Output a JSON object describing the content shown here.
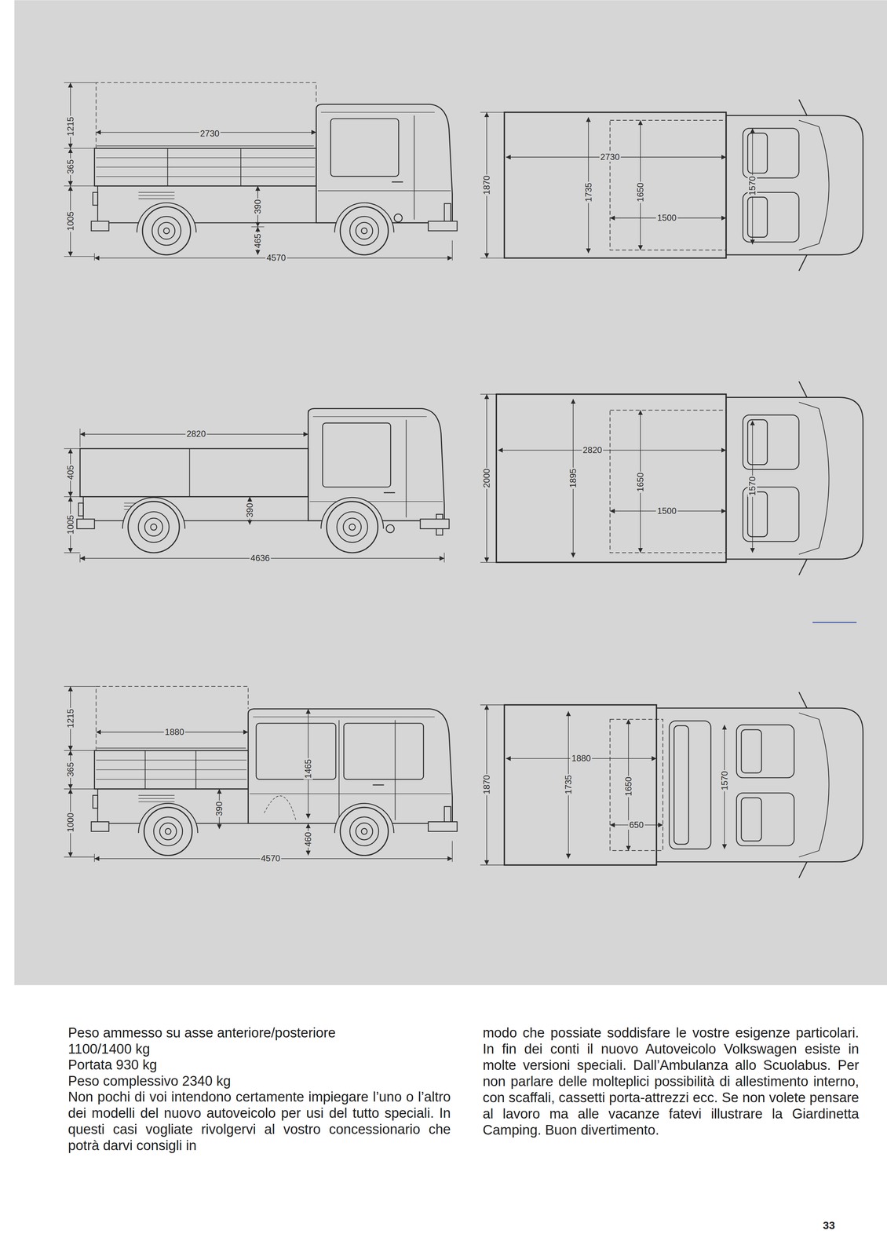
{
  "diagram": {
    "labels": [
      "1215",
      "2730",
      "365",
      "1005",
      "390",
      "465",
      "4570",
      "2730",
      "1870",
      "1735",
      "1650",
      "1570",
      "1500",
      "2820",
      "405",
      "1005",
      "390",
      "4636",
      "2820",
      "2000",
      "1895",
      "1650",
      "1570",
      "1500",
      "1215",
      "1880",
      "365",
      "1465",
      "1000",
      "390",
      "460",
      "4570",
      "1880",
      "1870",
      "1735",
      "1650",
      "1570",
      "650",
      "Peso ammesso su asse anteriore/posteriore",
      "1100/1400 kg",
      "Portata 930 kg",
      "Peso complessivo 2340 kg",
      "Non pochi di voi intendono certamente impiegare l’uno o l’altro dei modelli del nuovo autoveicolo per usi del tutto speciali. In questi casi vogliate rivolgervi al vostro concessionario che potrà darvi consigli in",
      "modo che possiate soddisfare le vostre esigenze particolari. In fin dei conti il nuovo Autoveicolo Volkswagen esiste in molte versioni speciali. Dall’Ambulanza allo Scuolabus. Per non parlare delle molteplici possibilità di allestimento interno, con scaffali, cassetti porta-attrezzi ecc. Se non volete pensare al lavoro ma alle vacanze fatevi illustrare la Giardinetta Camping. Buon divertimento.",
      "33"
    ]
  }
}
